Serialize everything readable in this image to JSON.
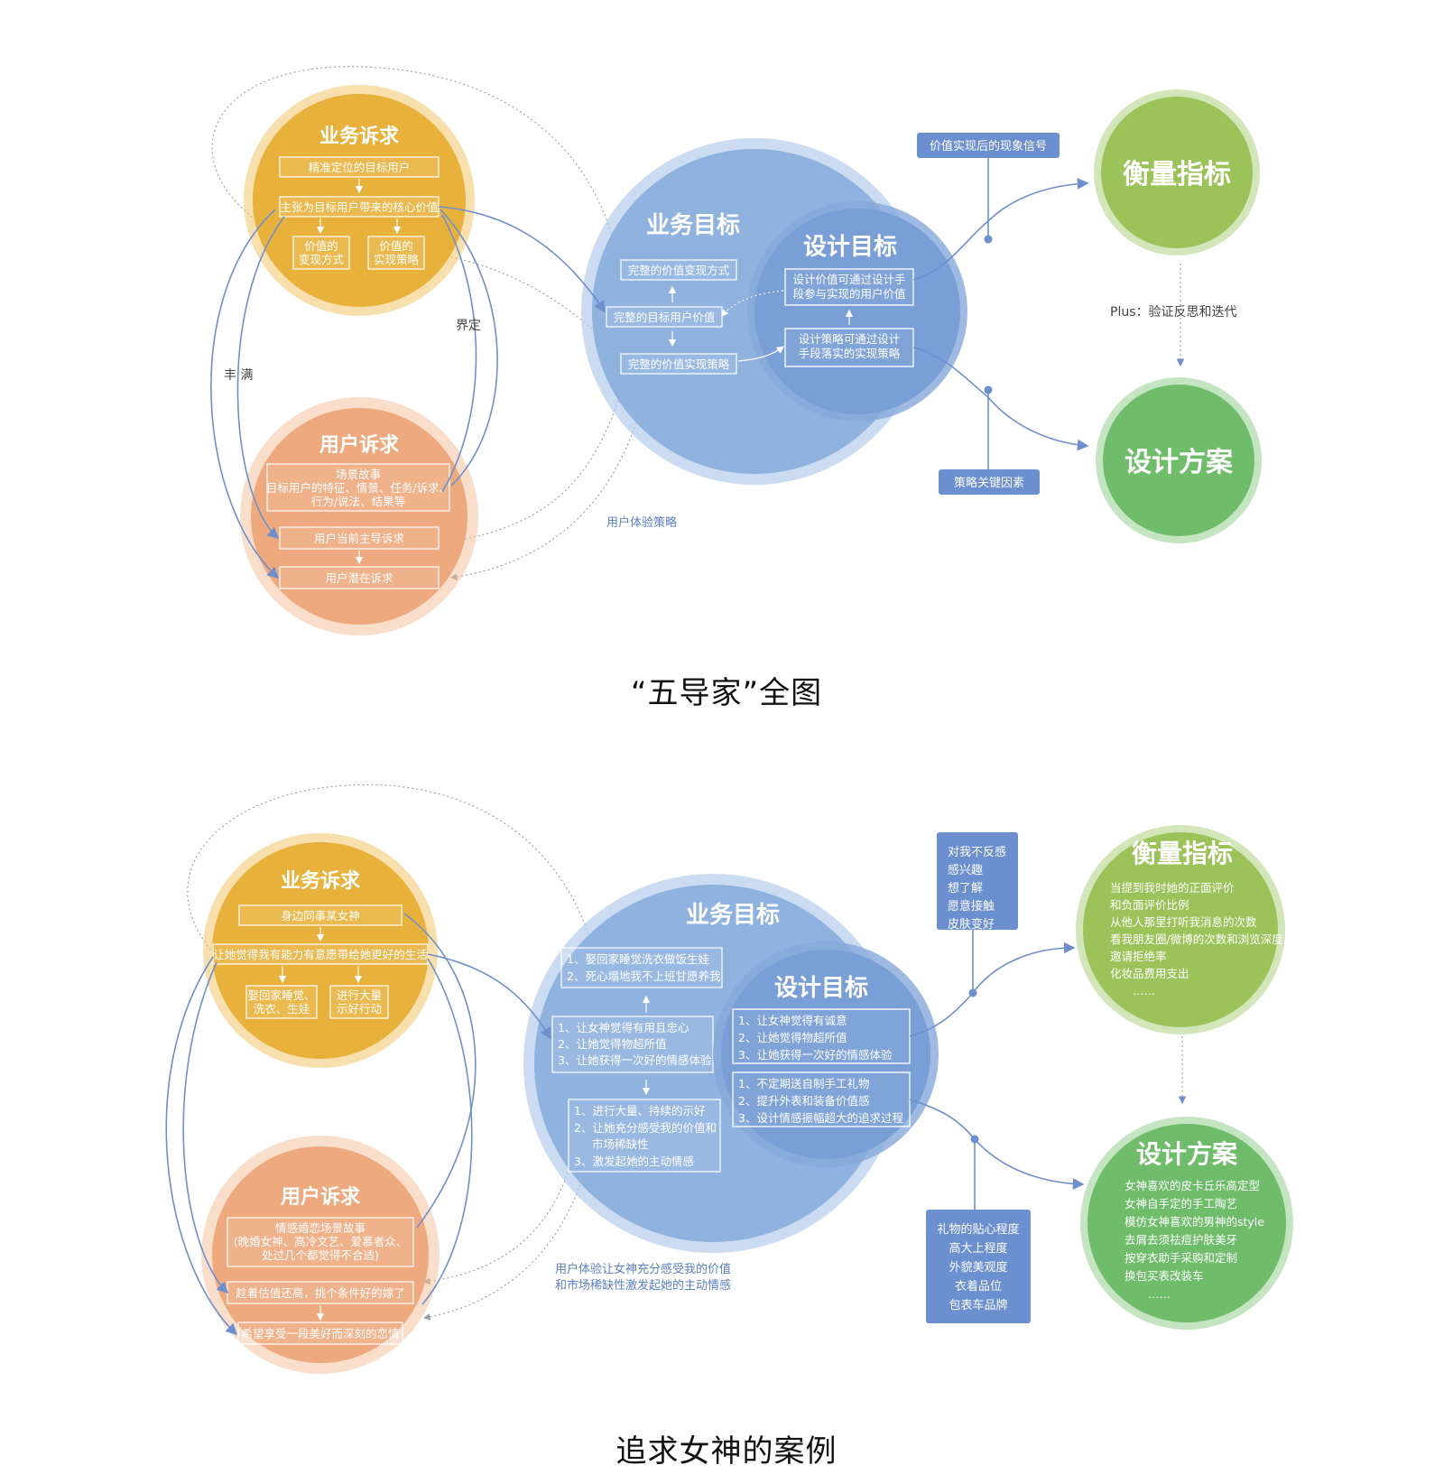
{
  "diagram1": {
    "caption": "“五导家”全图",
    "business_need": {
      "title": "业务诉求",
      "box1": "精准定位的目标用户",
      "box2": "主张为目标用户带来的核心价值",
      "box3_l1": "价值的",
      "box3_l2": "变现方式",
      "box4_l1": "价值的",
      "box4_l2": "实现策略"
    },
    "user_need": {
      "title": "用户诉求",
      "box1_l1": "场景故事",
      "box1_l2": "目标用户的特征、情景、任务/诉求、",
      "box1_l3": "行为/说法、结果等",
      "box2": "用户当前主导诉求",
      "box3": "用户潜在诉求"
    },
    "business_goal": {
      "title": "业务目标",
      "box1": "完整的价值变现方式",
      "box2": "完整的目标用户价值",
      "box3": "完整的价值实现策略"
    },
    "design_goal": {
      "title": "设计目标",
      "box1_l1": "设计价值可通过设计手",
      "box1_l2": "段参与实现的用户价值",
      "box2_l1": "设计策略可通过设计",
      "box2_l2": "手段落实的实现策略"
    },
    "metrics": {
      "title": "衡量指标"
    },
    "plan": {
      "title": "设计方案"
    },
    "tag_top": "价值实现后的现象信号",
    "tag_bottom": "策略关键因素",
    "plus_label": "Plus：验证反思和迭代",
    "label_define": "界定",
    "label_enrich": "丰 满",
    "label_ux": "用户体验策略"
  },
  "diagram2": {
    "caption": "追求女神的案例",
    "business_need": {
      "title": "业务诉求",
      "box1": "身边同事某女神",
      "box2": "让她觉得我有能力有意愿带给她更好的生活",
      "box3_l1": "娶回家睡觉、",
      "box3_l2": "洗衣、生娃",
      "box4_l1": "进行大量",
      "box4_l2": "示好行动"
    },
    "user_need": {
      "title": "用户诉求",
      "box1_l1": "情感婚恋场景故事",
      "box1_l2": "(晚婚女神、高冷文艺、爱慕者众、",
      "box1_l3": "处过几个都觉得不合适)",
      "box2": "趁着估值还高，挑个条件好的嫁了",
      "box3": "希望享受一段美好而深刻的恋情"
    },
    "business_goal": {
      "title": "业务目标",
      "box1": [
        "1、娶回家睡觉洗衣做饭生娃",
        "2、死心塌地我不上班甘愿养我"
      ],
      "box2": [
        "1、让女神觉得有用且忠心",
        "2、让她觉得物超所值",
        "3、让她获得一次好的情感体验"
      ],
      "box3": [
        "1、进行大量、持续的示好",
        "2、让她充分感受我的价值和",
        "市场稀缺性",
        "3、激发起她的主动情感"
      ]
    },
    "design_goal": {
      "title": "设计目标",
      "box1": [
        "1、让女神觉得有诚意",
        "2、让她觉得物超所值",
        "3、让她获得一次好的情感体验"
      ],
      "box2": [
        "1、不定期送自制手工礼物",
        "2、提升外表和装备价值感",
        "3、设计情感振幅超大的追求过程"
      ]
    },
    "metrics": {
      "title": "衡量指标",
      "items": [
        "当提到我时她的正面评价",
        "和负面评价比例",
        "从他人那里打听我消息的次数",
        "看我朋友圈/微博的次数和浏览深度",
        "邀请拒绝率",
        "化妆品费用支出",
        "……"
      ]
    },
    "plan": {
      "title": "设计方案",
      "items": [
        "女神喜欢的皮卡丘乐高定型",
        "女神自手定的手工陶艺",
        "模仿女神喜欢的男神的style",
        "去屑去须祛痘护肤美牙",
        "按穿衣助手采购和定制",
        "换包买表改装车",
        "……"
      ]
    },
    "tag_top": [
      "对我不反感",
      "感兴趣",
      "想了解",
      "愿意接触",
      "皮肤变好"
    ],
    "tag_bottom": [
      "礼物的贴心程度",
      "高大上程度",
      "外貌美观度",
      "衣着品位",
      "包表车品牌"
    ],
    "label_ux_l1": "用户体验让女神充分感受我的价值",
    "label_ux_l2": "和市场稀缺性激发起她的主动情感"
  },
  "colors": {
    "business_need": "#e8b13c",
    "user_need": "#eeaa7e",
    "business_goal": "#8fb2df",
    "design_goal": "#7a9fd6",
    "metrics": "#9cc25a",
    "plan": "#6fbc6b",
    "tag": "#6b8fcf"
  }
}
